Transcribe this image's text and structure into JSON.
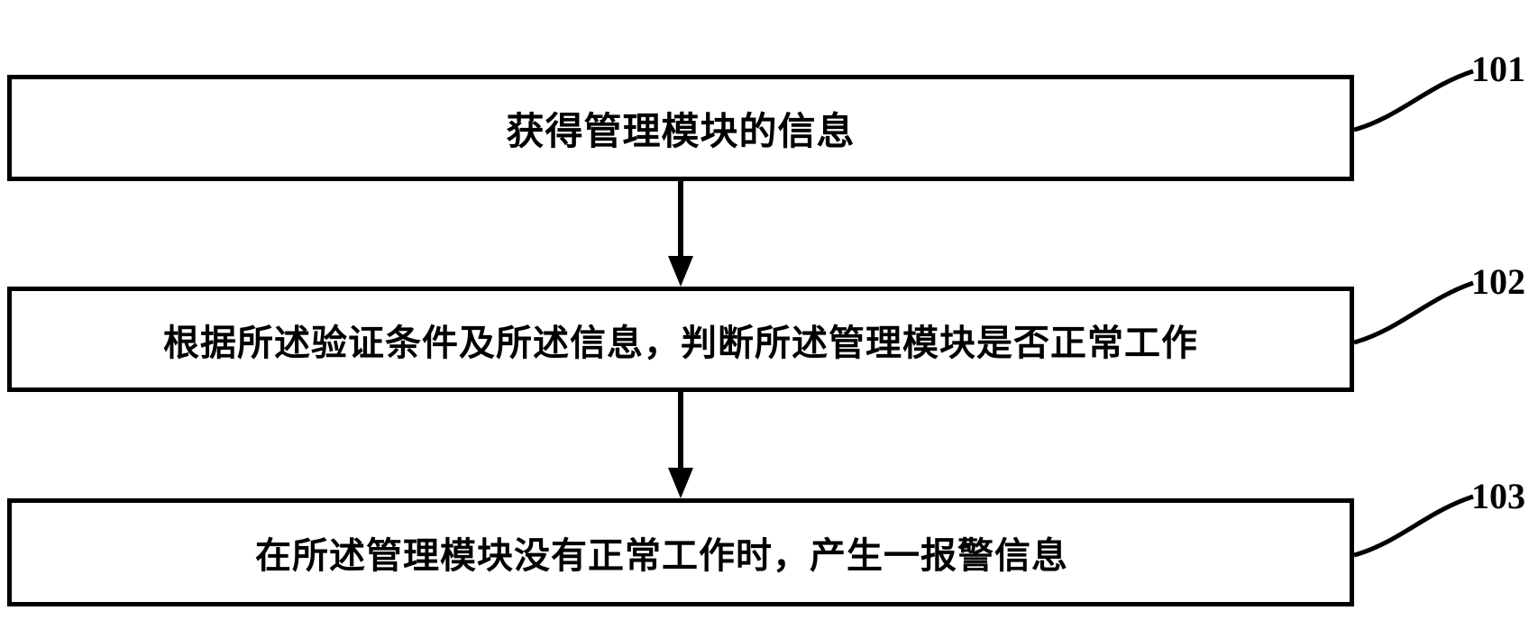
{
  "figure": {
    "background_color": "#ffffff",
    "line_color": "#000000",
    "type": "flowchart",
    "steps": [
      {
        "ref": "101",
        "label": "获得管理模块的信息"
      },
      {
        "ref": "102",
        "label": "根据所述验证条件及所述信息，判断所述管理模块是否正常工作"
      },
      {
        "ref": "103",
        "label": "在所述管理模块没有正常工作时，产生一报警信息"
      }
    ]
  }
}
